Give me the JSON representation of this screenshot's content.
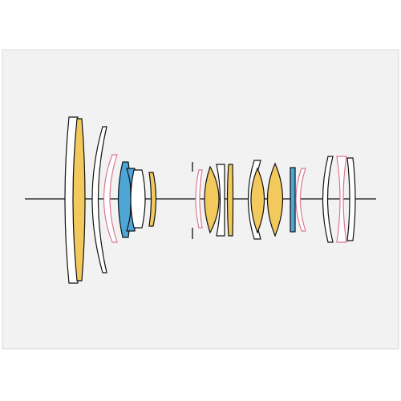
{
  "diagram": {
    "kind": "optical lens construction",
    "colors": {
      "page_background": "#ffffff",
      "panel_background": "#f2f2f2",
      "panel_border": "#d9d9d9",
      "optical_axis": "#111111",
      "lens_outline": "#111111",
      "special_dispersion_glass": "#f1c95d",
      "ultra_low_dispersion_glass": "#4da6d6",
      "aspherical_surface": "#d9788f",
      "standard_glass": "#ffffff"
    },
    "legend": "none",
    "groups": [
      {
        "name": "front-group",
        "element_count": 7
      },
      {
        "name": "aperture-stop",
        "element_count": 0
      },
      {
        "name": "middle-group",
        "element_count": 4
      },
      {
        "name": "rear-group",
        "element_count": 7
      }
    ]
  }
}
